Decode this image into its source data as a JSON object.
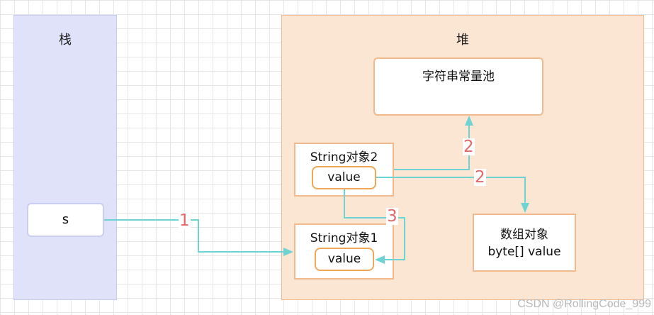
{
  "regions": {
    "stack_title": "栈",
    "heap_title": "堆"
  },
  "stack": {
    "variable": "s"
  },
  "heap": {
    "string_pool": "字符串常量池",
    "string_object_2": {
      "title": "String对象2",
      "field": "value"
    },
    "string_object_1": {
      "title": "String对象1",
      "field": "value"
    },
    "array_object": {
      "title": "数组对象",
      "subtitle": "byte[] value"
    }
  },
  "steps": {
    "label_1": "1",
    "label_2_pool": "2",
    "label_2_array": "2",
    "label_3": "3"
  },
  "colors": {
    "arrow": "#6fd3d3",
    "step_label": "#e06a6a",
    "heap_fill": "#fbe5d3",
    "stack_fill": "#e0e2fa"
  },
  "watermark": "CSDN @RollingCode_999"
}
